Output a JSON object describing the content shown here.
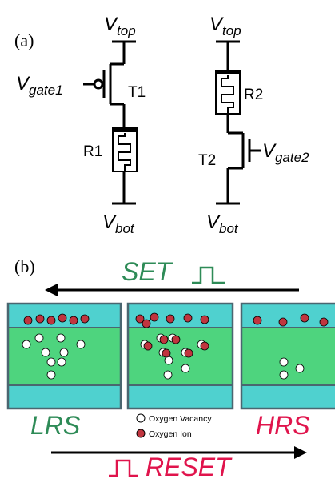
{
  "panels": {
    "a": "(a)",
    "b": "(b)"
  },
  "circuit_left": {
    "v_top": {
      "main": "V",
      "sub": "top"
    },
    "v_gate": {
      "main": "V",
      "sub": "gate1"
    },
    "transistor": "T1",
    "resistor": "R1",
    "v_bot": {
      "main": "V",
      "sub": "bot"
    }
  },
  "circuit_right": {
    "v_top": {
      "main": "V",
      "sub": "top"
    },
    "resistor": "R2",
    "transistor": "T2",
    "v_gate": {
      "main": "V",
      "sub": "gate2"
    },
    "v_bot": {
      "main": "V",
      "sub": "bot"
    }
  },
  "switching": {
    "set_label": "SET",
    "reset_label": "RESET",
    "lrs_label": "LRS",
    "hrs_label": "HRS"
  },
  "legend": {
    "vacancy": "Oxygen Vacancy",
    "ion": "Oxygen Ion"
  },
  "colors": {
    "electrode": "#4fd1cf",
    "oxide": "#4ed47e",
    "ion": "#c0353f",
    "vacancy": "#ffffff",
    "set_text": "#2e8b57",
    "reset_text": "#e0144c",
    "frame": "#4a6670"
  }
}
